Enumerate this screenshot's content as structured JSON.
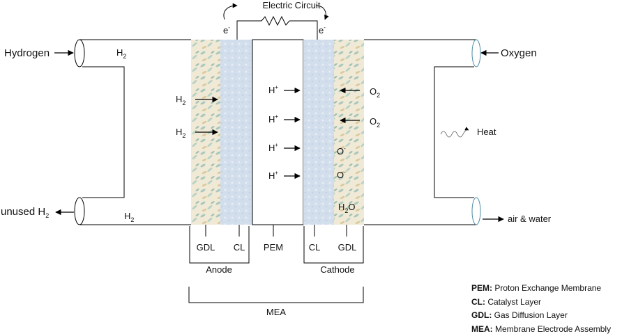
{
  "circuit": {
    "title": "Electric Circuit",
    "electron_left": "e",
    "electron_right": "e",
    "charge": "-"
  },
  "inlets": {
    "hydrogen": "Hydrogen",
    "oxygen": "Oxygen",
    "unused_prefix": "unused H",
    "unused_sub": "2",
    "air_water": "air & water",
    "heat": "Heat"
  },
  "species": {
    "h": "H",
    "o": "O",
    "sub2": "2",
    "plus": "+",
    "minus": "-",
    "water_sub": "2",
    "water_o": "O"
  },
  "layers": {
    "gdl": "GDL",
    "cl": "CL",
    "pem": "PEM",
    "anode": "Anode",
    "cathode": "Cathode",
    "mea": "MEA"
  },
  "legend": [
    {
      "abbr": "PEM:",
      "text": " Proton Exchange Membrane"
    },
    {
      "abbr": "CL:",
      "text": " Catalyst Layer"
    },
    {
      "abbr": "GDL:",
      "text": " Gas Diffusion Layer"
    },
    {
      "abbr": "MEA:",
      "text": " Membrane Electrode Assembly"
    }
  ],
  "colors": {
    "gdl_fill": "#ece6cf",
    "gdl_fleck": "#9fc1b6",
    "cl_fill": "#cfdceb",
    "pipe": "#000000"
  }
}
